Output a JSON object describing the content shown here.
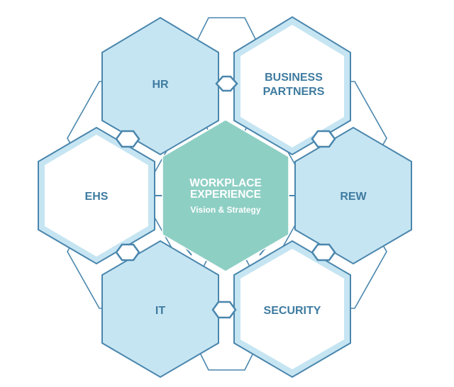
{
  "diagram": {
    "center": {
      "title_line1": "WORKPLACE",
      "title_line2": "EXPERIENCE",
      "subtitle": "Vision & Strategy"
    },
    "segments": {
      "hr": "HR",
      "business_partners_line1": "BUSINESS",
      "business_partners_line2": "PARTNERS",
      "ehs": "EHS",
      "rew": "REW",
      "it": "IT",
      "security": "SECURITY"
    },
    "colors": {
      "outline": "#4a86ad",
      "light_fill": "#c6e5f2",
      "white_fill": "#ffffff",
      "center_fill": "#8ecfc4",
      "label_text": "#3f7ba0",
      "center_text": "#ffffff"
    }
  }
}
